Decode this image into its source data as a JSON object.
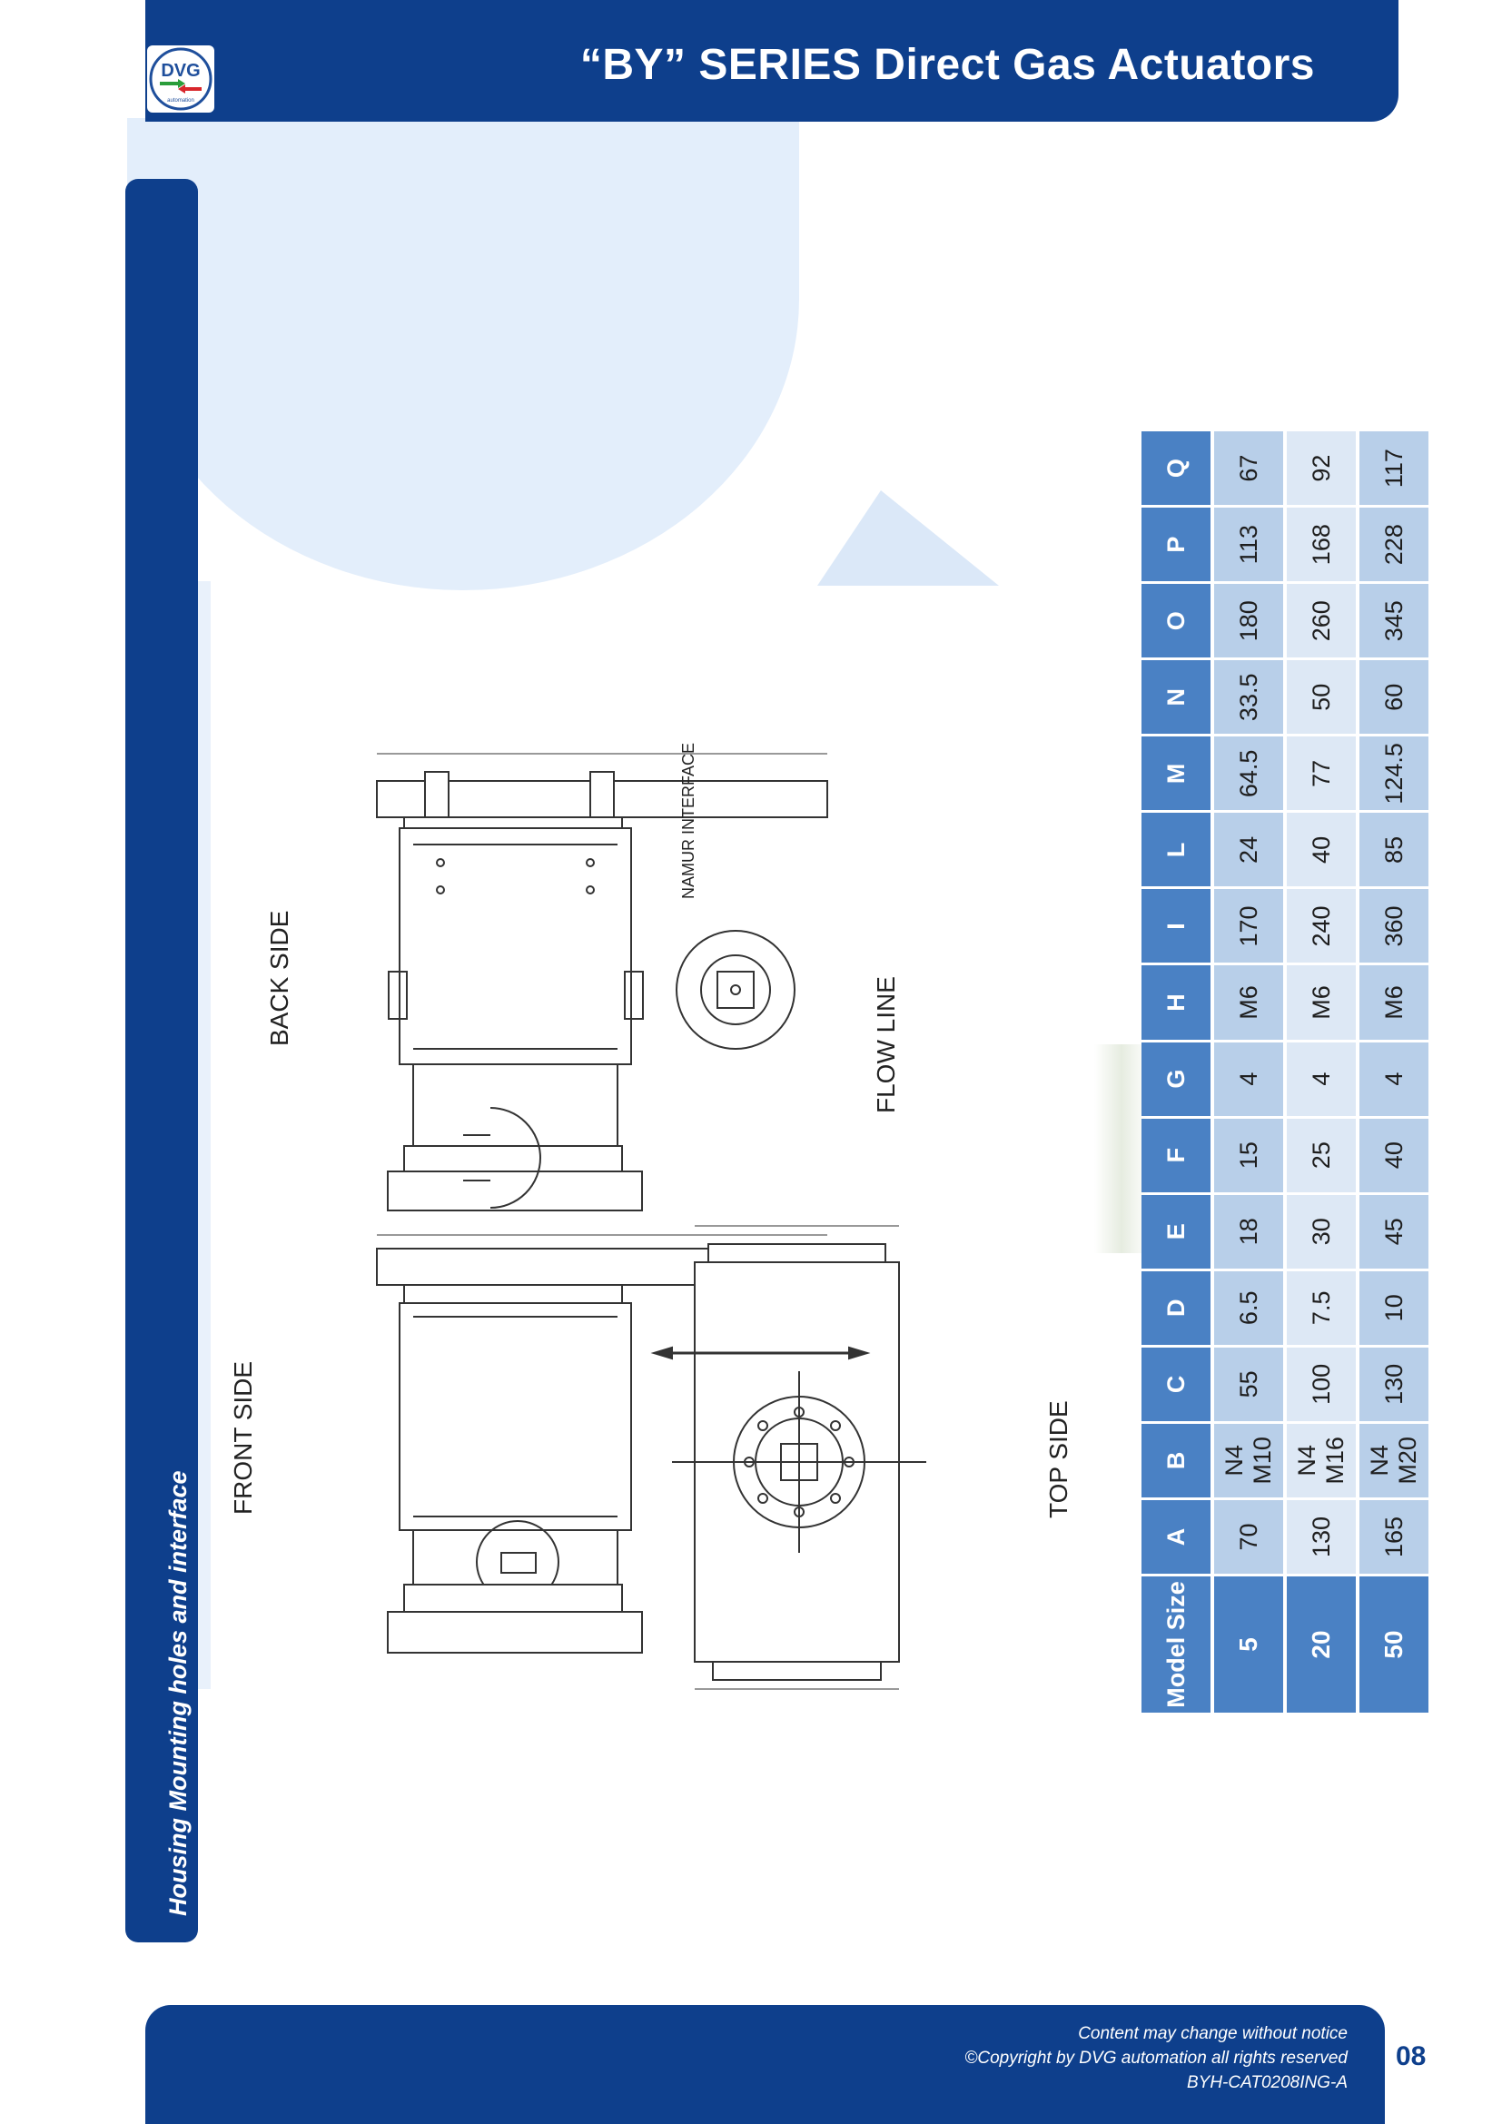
{
  "header": {
    "title": "“BY” SERIES Direct Gas Actuators",
    "logo_text": "DVG",
    "logo_subtext": "automation"
  },
  "sidebar": {
    "label": "Housing Mounting holes and interface"
  },
  "drawing": {
    "labels": {
      "front_side": "FRONT SIDE",
      "back_side": "BACK SIDE",
      "top_side": "TOP SIDE",
      "namur_interface": "NAMUR INTERFACE",
      "flow_line": "FLOW LINE"
    }
  },
  "table": {
    "columns": [
      "Model Size",
      "A",
      "B",
      "C",
      "D",
      "E",
      "F",
      "G",
      "H",
      "I",
      "L",
      "M",
      "N",
      "O",
      "P",
      "Q"
    ],
    "rows": [
      [
        "5",
        "70",
        "N4 M10",
        "55",
        "6.5",
        "18",
        "15",
        "4",
        "M6",
        "170",
        "24",
        "64.5",
        "33.5",
        "180",
        "113",
        "67"
      ],
      [
        "20",
        "130",
        "N4 M16",
        "100",
        "7.5",
        "30",
        "25",
        "4",
        "M6",
        "240",
        "40",
        "77",
        "50",
        "260",
        "168",
        "92"
      ],
      [
        "50",
        "165",
        "N4 M20",
        "130",
        "10",
        "45",
        "40",
        "4",
        "M6",
        "360",
        "85",
        "124.5",
        "60",
        "345",
        "228",
        "117"
      ]
    ]
  },
  "footer": {
    "line1": "Content may change without notice",
    "line2": "©Copyright by DVG automation all rights reserved",
    "line3": "BYH-CAT0208ING-A",
    "page_number": "08"
  },
  "colors": {
    "brand_navy": "#0e3f8c",
    "table_header": "#4a81c4",
    "table_row_dark": "#b8cfe9",
    "table_row_light": "#dde8f5"
  }
}
